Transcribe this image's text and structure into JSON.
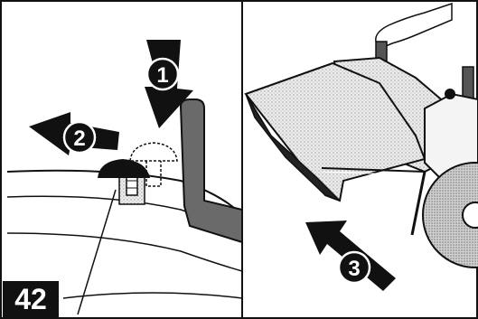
{
  "figure": {
    "number": "42"
  },
  "steps": [
    {
      "label": "1",
      "icon": "arrow-down-icon"
    },
    {
      "label": "2",
      "icon": "arrow-left-icon"
    },
    {
      "label": "3",
      "icon": "arrow-up-left-icon"
    }
  ],
  "colors": {
    "line": "#111111",
    "metal": "#666666",
    "paper": "#ffffff",
    "stipple": "#d6d6d6"
  }
}
